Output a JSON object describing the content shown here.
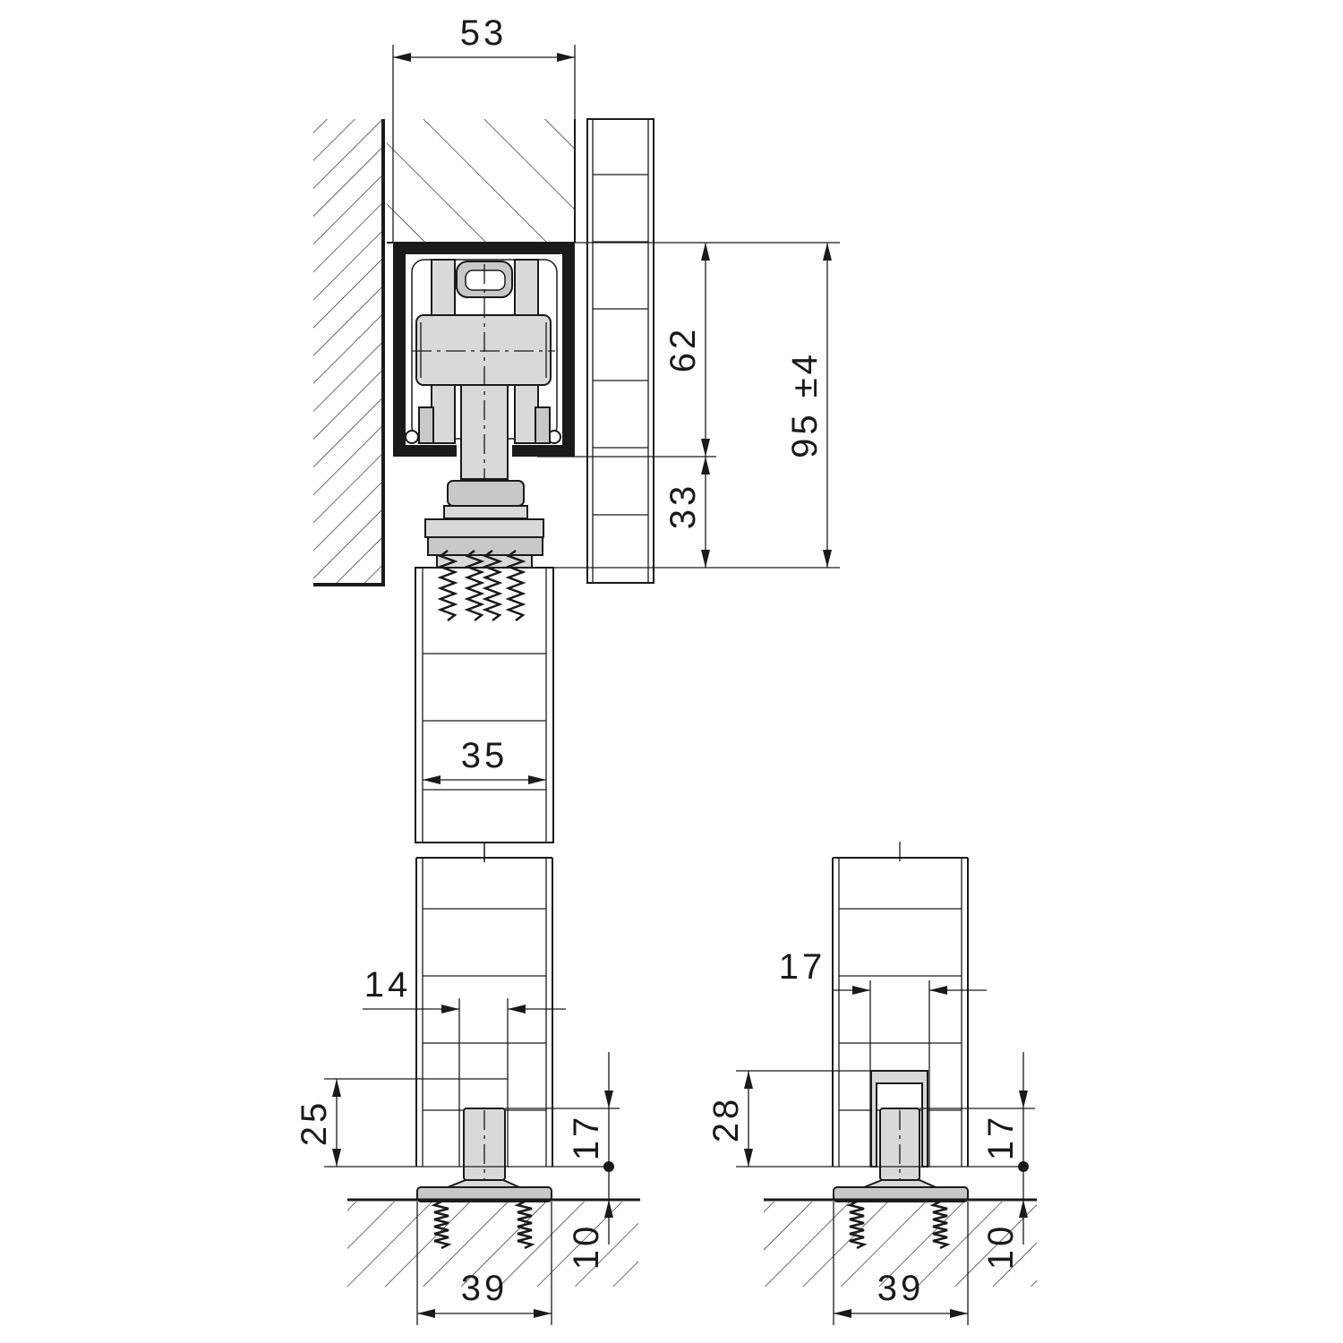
{
  "dimensions": {
    "top_width": "53",
    "height_upper": "62",
    "height_lower": "33",
    "total_height": "95 ±4",
    "door_thickness": "35",
    "left_guide_slot": "14",
    "left_guide_height": "25",
    "left_pin_height": "17",
    "left_floor_depth": "10",
    "left_base_width": "39",
    "right_guide_slot": "17",
    "right_guide_height": "28",
    "right_pin_height": "17",
    "right_floor_depth": "10",
    "right_base_width": "39"
  }
}
